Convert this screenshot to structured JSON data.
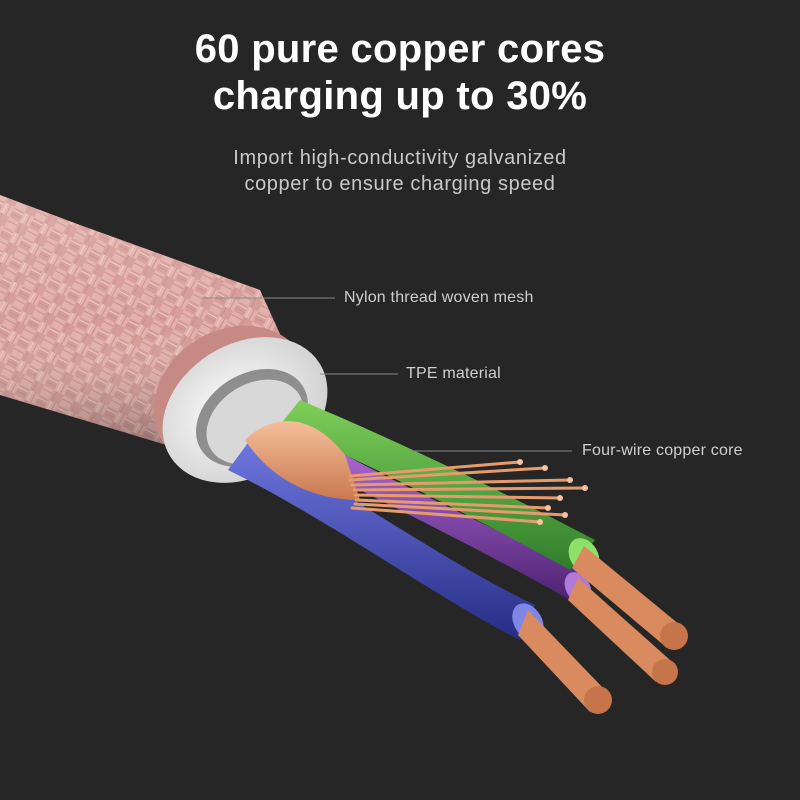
{
  "headline": {
    "line1": "60 pure copper cores",
    "line2": "charging up to 30%"
  },
  "subline": {
    "line1": "Import high-conductivity galvanized",
    "line2": "copper to ensure charging speed"
  },
  "callouts": {
    "mesh": "Nylon thread woven mesh",
    "tpe": "TPE material",
    "core": "Four-wire copper core"
  },
  "colors": {
    "background": "#262626",
    "braid": "#e6b2ae",
    "tpe": "#e9e9e9",
    "wire_green": "#4faa3c",
    "wire_purple": "#7a3ea3",
    "wire_blue": "#3e44b6",
    "wire_orange": "#e7a07a",
    "copper": "#e2946a"
  }
}
